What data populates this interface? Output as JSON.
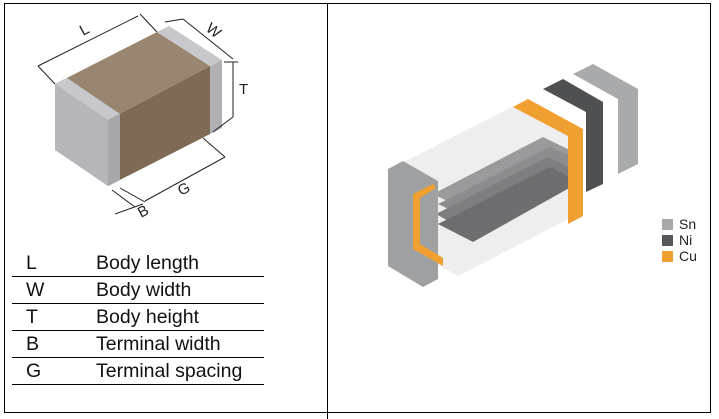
{
  "left_panel": {
    "figure": {
      "description": "Multilayer ceramic chip capacitor with dimension annotations",
      "dimension_labels": [
        "L",
        "W",
        "T",
        "G",
        "B"
      ],
      "colors": {
        "body": "#8a7660",
        "terminal": "#b4b4b8"
      }
    },
    "table": {
      "rows": [
        {
          "symbol": "L",
          "meaning": "Body length"
        },
        {
          "symbol": "W",
          "meaning": "Body width"
        },
        {
          "symbol": "T",
          "meaning": "Body height"
        },
        {
          "symbol": "B",
          "meaning": "Terminal width"
        },
        {
          "symbol": "G",
          "meaning": "Terminal spacing"
        }
      ]
    }
  },
  "right_panel": {
    "figure": {
      "description": "Exploded cutaway view of terminal plating layers and internal electrodes"
    },
    "legend": [
      {
        "label": "Sn",
        "color": "#a6a8aa"
      },
      {
        "label": "Ni",
        "color": "#55575a"
      },
      {
        "label": "Cu",
        "color": "#f0a030"
      }
    ]
  }
}
